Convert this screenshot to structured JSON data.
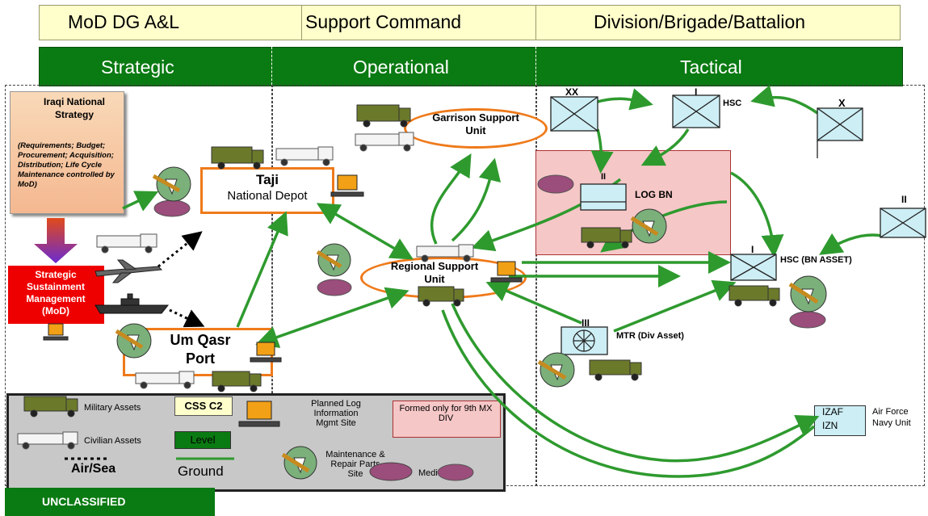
{
  "tiers": [
    "MoD DG A&L",
    "Support Command",
    "Division/Brigade/Battalion"
  ],
  "levels": [
    "Strategic",
    "Operational",
    "Tactical"
  ],
  "strategy": {
    "title": "Iraqi National Strategy",
    "body": "(Requirements; Budget; Procurement; Acquisition; Distribution; Life Cycle Maintenance controlled by MoD)"
  },
  "ssm": "Strategic Sustainment Management (MoD)",
  "taji": {
    "line1": "Taji",
    "line2": "National Depot"
  },
  "umqasr": {
    "line1": "Um Qasr",
    "line2": "Port"
  },
  "garrison": "Garrison Support Unit",
  "regional": "Regional Support Unit",
  "tactical": {
    "xx": "XX",
    "i1": "I",
    "hsc1": "HSC",
    "x": "X",
    "ii1": "II",
    "logbn": "LOG BN",
    "ii2": "II",
    "i2": "I",
    "hsc2": "HSC (BN ASSET)",
    "iii": "III",
    "mtr": "MTR (Div Asset)",
    "izaf": "IZAF",
    "izn": "IZN",
    "airforce": "Air Force Navy Unit"
  },
  "legend": {
    "military": "Military Assets",
    "csc2": "CSS C2",
    "planned": "Planned Log Information Mgmt Site",
    "formed": "Formed only for 9th MX DIV",
    "civilian": "Civilian Assets",
    "level": "Level",
    "airsea": "Air/Sea",
    "ground": "Ground",
    "maintenance": "Maintenance & Repair Parts Site",
    "medical": "Medical Site"
  },
  "classification": "UNCLASSIFIED",
  "colors": {
    "green": "#0a7a12",
    "orange": "#ef7a1a",
    "pink": "#f6c7c7",
    "purple": "#9b4d7b",
    "yellow": "#ffffcc"
  }
}
